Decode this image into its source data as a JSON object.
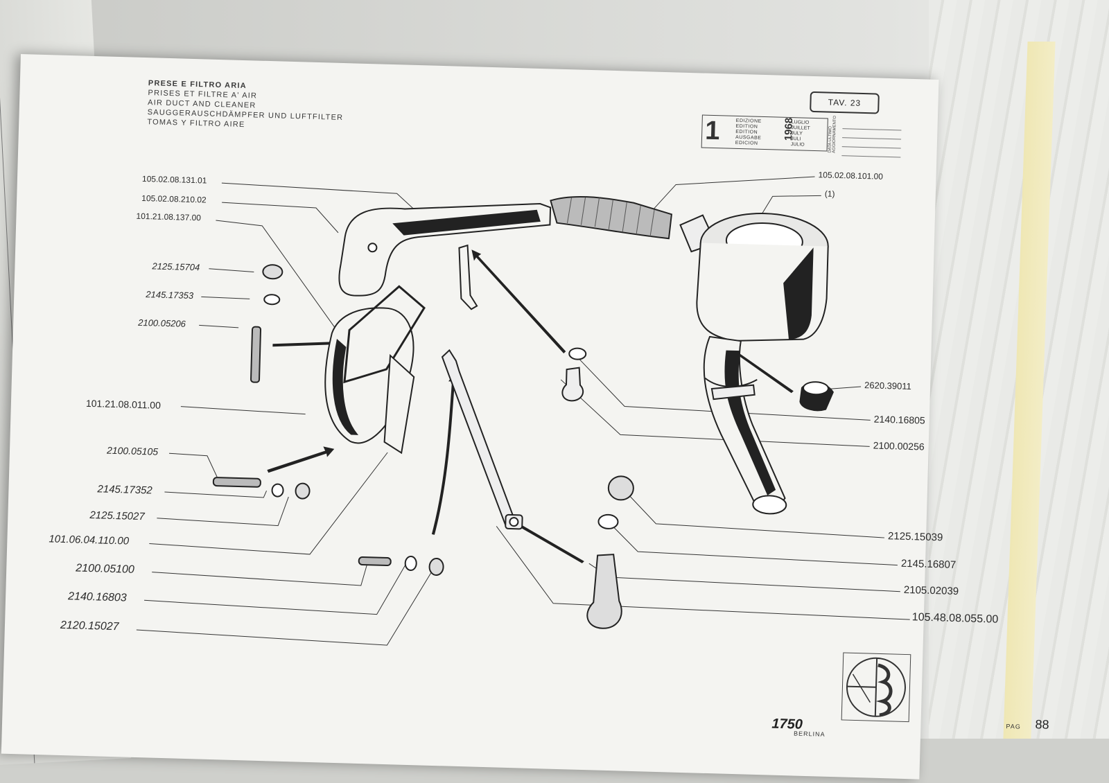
{
  "header": {
    "title_lines": [
      "PRESE E FILTRO ARIA",
      "PRISES ET FILTRE A' AIR",
      "AIR DUCT AND CLEANER",
      "SAUGGERAUSCHDÄMPFER UND LUFTFILTER",
      "TOMAS Y FILTRO AIRE"
    ],
    "plate": "TAV. 23"
  },
  "edition": {
    "number": "1",
    "labels": [
      "EDIZIONE",
      "EDITION",
      "EDITION",
      "AUSGABE",
      "EDICION"
    ],
    "year": "1968",
    "months": [
      "LUGLIO",
      "JUILLET",
      "JULY",
      "JULI",
      "JULIO"
    ],
    "vertical_text": "DATA ULTIMO AGGIORNAMENTO"
  },
  "parts": {
    "left": [
      "105.02.08.131.01",
      "105.02.08.210.02",
      "101.21.08.137.00",
      "2125.15704",
      "2145.17353",
      "2100.05206",
      "101.21.08.011.00",
      "2100.05105",
      "2145.17352",
      "2125.15027",
      "101.06.04.110.00",
      "2100.05100",
      "2140.16803",
      "2120.15027"
    ],
    "right": [
      "105.02.08.101.00",
      "(1)",
      "2620.39011",
      "2140.16805",
      "2100.00256",
      "2125.15039",
      "2145.16807",
      "2105.02039",
      "105.48.08.055.00"
    ]
  },
  "footer": {
    "model": "1750",
    "model_sub": "BERLINA",
    "page_label": "PAG",
    "page_number": "88"
  },
  "colors": {
    "paper": "#f4f4f1",
    "ink": "#2a2a2a"
  },
  "icons": [
    "alfa-romeo-logo"
  ]
}
